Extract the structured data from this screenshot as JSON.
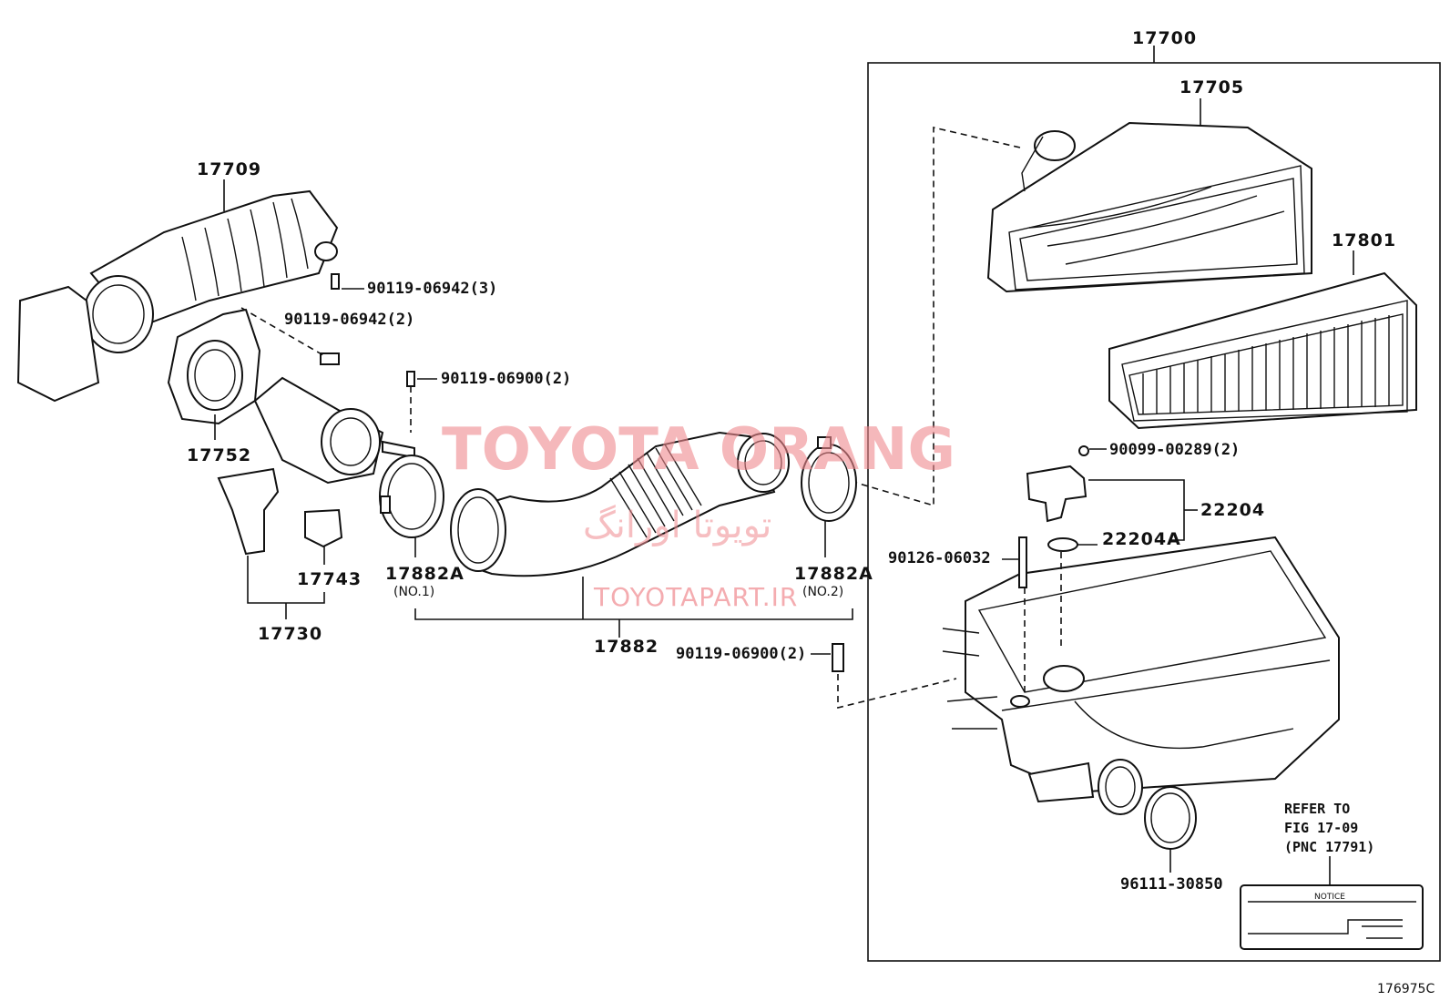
{
  "labels": {
    "p17700": "17700",
    "p17705": "17705",
    "p17801": "17801",
    "p17709": "17709",
    "p17752": "17752",
    "p17743": "17743",
    "p17730": "17730",
    "p17882a_1": "17882A",
    "no1": "(NO.1)",
    "p17882a_2": "17882A",
    "no2": "(NO.2)",
    "p17882": "17882",
    "p22204": "22204",
    "p22204a": "22204A",
    "b90119_06942_3": "90119-06942(3)",
    "b90119_06942_2": "90119-06942(2)",
    "b90119_06900_2a": "90119-06900(2)",
    "b90119_06900_2b": "90119-06900(2)",
    "b90099_00289_2": "90099-00289(2)",
    "b90126_06032": "90126-06032",
    "b96111_30850": "96111-30850",
    "refer1": "REFER TO",
    "refer2": "FIG 17-09",
    "refer3": "(PNC 17791)",
    "notice": "NOTICE",
    "figure_id": "176975C"
  },
  "watermark": {
    "main": "TOYOTA ORANG",
    "arabic": "تویوتا اورانگ",
    "site": "TOYOTAPART.IR",
    "color": "#f08a8f"
  }
}
